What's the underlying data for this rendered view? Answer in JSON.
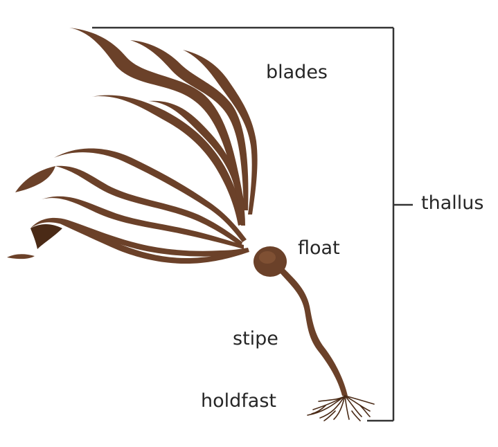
{
  "labels": {
    "blades": "blades",
    "float": "float",
    "stipe": "stipe",
    "holdfast": "holdfast",
    "thallus": "thallus"
  },
  "colors": {
    "kelp": "#6b4129",
    "kelp_dark": "#4a2a16",
    "float_highlight": "#8c5a3a",
    "bracket": "#333333",
    "text": "#262626",
    "background": "#ffffff"
  }
}
